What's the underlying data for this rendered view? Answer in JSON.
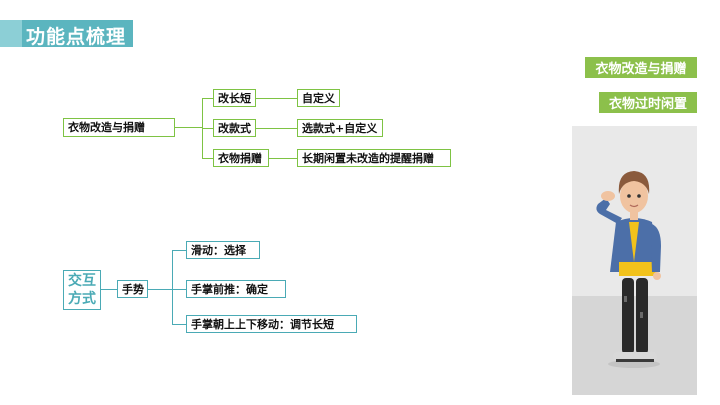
{
  "page_title": "功能点梳理",
  "modes": {
    "donate": "衣物改造与捐赠",
    "idle": "衣物过时闲置"
  },
  "tree1": {
    "root": "衣物改造与捐赠",
    "branches": [
      {
        "label": "改长短",
        "leaf": "自定义"
      },
      {
        "label": "改款式",
        "leaf": "选款式+自定义"
      },
      {
        "label": "衣物捐赠",
        "leaf": "长期闲置未改造的提醒捐赠"
      }
    ]
  },
  "tree2": {
    "label_line1": "交互",
    "label_line2": "方式",
    "root": "手势",
    "leaves": [
      "滑动：选择",
      "手掌前推：确定",
      "手掌朝上上下移动：调节长短"
    ]
  },
  "colors": {
    "green": "#7ec343",
    "teal": "#4aaab5",
    "title_bg": "#5bb5bf",
    "mode_bg": "#8cc04b"
  }
}
